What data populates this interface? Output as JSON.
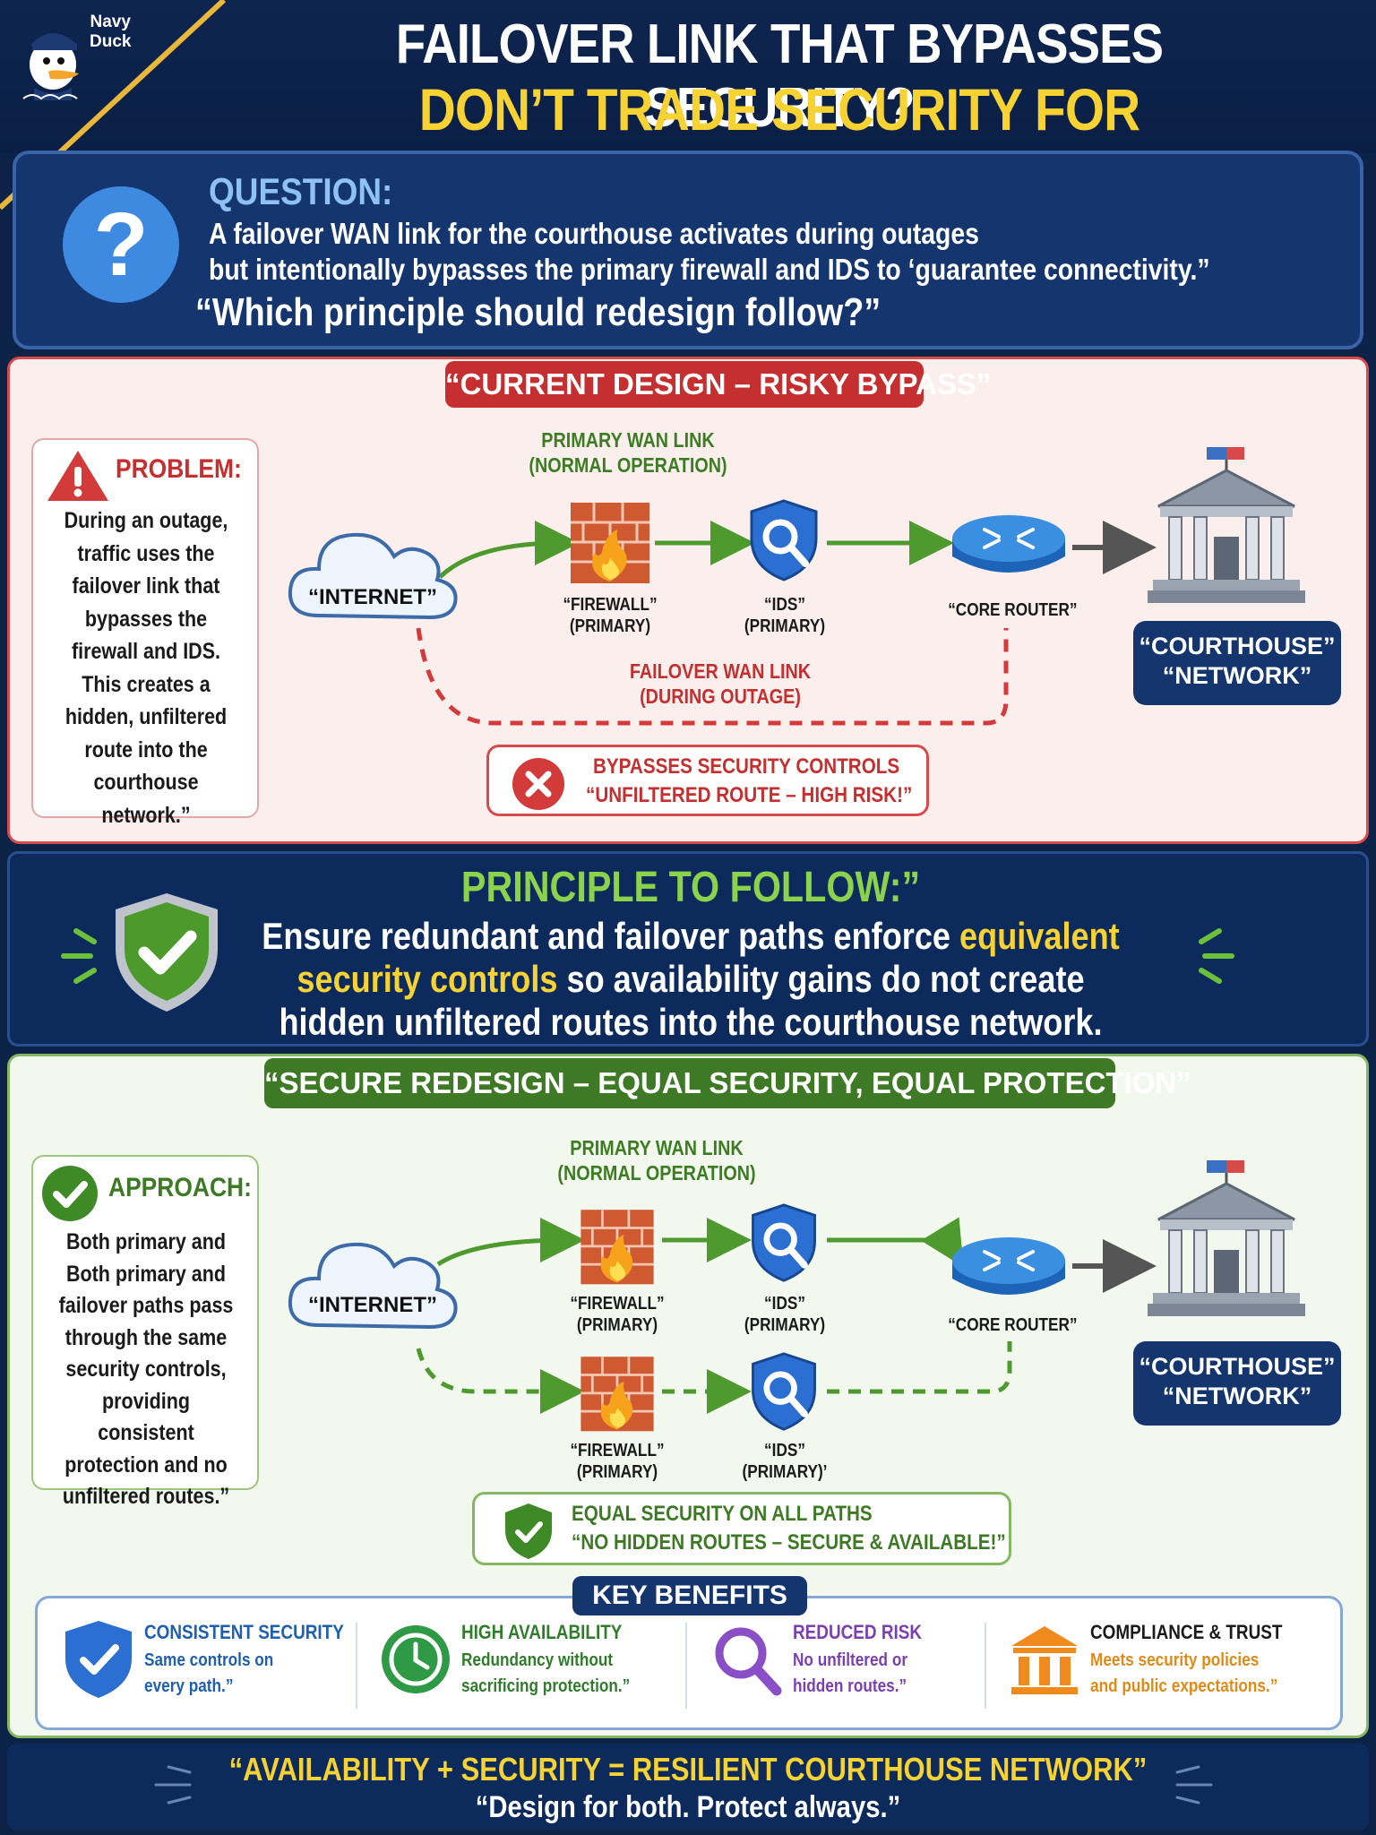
{
  "brand": {
    "name_line1": "Navy",
    "name_line2": "Duck"
  },
  "header": {
    "title_line1": "FAILOVER LINK THAT BYPASSES SECURITY?",
    "title_line2": "DON’T TRADE SECURITY FOR CONNECTIVITY!"
  },
  "question": {
    "label": "QUESTION:",
    "line1": "A failover WAN link for the courthouse activates during outages",
    "line2": "but intentionally bypasses the primary firewall and IDS to ‘guarantee connectivity.”",
    "line3": "“Which principle should redesign follow?”"
  },
  "current": {
    "banner": "“CURRENT DESIGN – RISKY BYPASS”",
    "problem_label": "PROBLEM:",
    "problem_lines": [
      "During an outage,",
      "traffic uses the",
      "failover link that",
      "bypasses the",
      "firewall and IDS.",
      "This creates a",
      "hidden, unfiltered",
      "route into the",
      "courthouse network.”"
    ],
    "primary_link_line1": "PRIMARY WAN LINK",
    "primary_link_line2": "(NORMAL OPERATION)",
    "internet": "“INTERNET”",
    "firewall_line1": "“FIREWALL”",
    "firewall_line2": "(PRIMARY)",
    "ids_line1": "“IDS”",
    "ids_line2": "(PRIMARY)",
    "core_router": "“CORE ROUTER”",
    "courthouse_line1": "“COURTHOUSE”",
    "courthouse_line2": "“NETWORK”",
    "failover_line1": "FAILOVER WAN LINK",
    "failover_line2": "(DURING OUTAGE)",
    "bypass_line1": "BYPASSES SECURITY CONTROLS",
    "bypass_line2": "“UNFILTERED ROUTE – HIGH RISK!”"
  },
  "principle": {
    "label": "PRINCIPLE TO FOLLOW:”",
    "line1_a": "Ensure redundant and failover paths enforce ",
    "line1_hl": "equivalent",
    "line2_hl": "security controls",
    "line2_b": " so availability gains do not create",
    "line3": "hidden unfiltered routes into the courthouse network."
  },
  "secure": {
    "banner": "“SECURE REDESIGN – EQUAL SECURITY, EQUAL PROTECTION”",
    "approach_label": "APPROACH:",
    "approach_lines": [
      "Both primary and",
      "Both primary and",
      "failover paths pass",
      "through the same",
      "security controls,",
      "providing consistent",
      "protection and no",
      "unfiltered routes.”"
    ],
    "primary_link_line1": "PRIMARY WAN LINK",
    "primary_link_line2": "(NORMAL OPERATION)",
    "internet": "“INTERNET”",
    "firewall_line1": "“FIREWALL”",
    "firewall_line2": "(PRIMARY)",
    "ids_line1": "“IDS”",
    "ids_line2": "(PRIMARY)",
    "firewall2_line1": "“FIREWALL”",
    "firewall2_line2": "(PRIMARY)",
    "ids2_line1": "“IDS”",
    "ids2_line2": "(PRIMARY)’",
    "core_router": "“CORE ROUTER”",
    "courthouse_line1": "“COURTHOUSE”",
    "courthouse_line2": "“NETWORK”",
    "equal_line1": "EQUAL SECURITY ON ALL PATHS",
    "equal_line2": "“NO HIDDEN ROUTES – SECURE & AVAILABLE!”"
  },
  "benefits": {
    "banner": "KEY BENEFITS",
    "items": [
      {
        "title": "CONSISTENT SECURITY",
        "desc1": "Same controls on",
        "desc2": "every path.”",
        "color": "#1f5fae"
      },
      {
        "title": "HIGH AVAILABILITY",
        "desc1": "Redundancy without",
        "desc2": "sacrificing protection.”",
        "color": "#2f7d2a"
      },
      {
        "title": "REDUCED RISK",
        "desc1": "No unfiltered or",
        "desc2": "hidden routes.”",
        "color": "#7b3fb1"
      },
      {
        "title": "COMPLIANCE & TRUST",
        "desc1": "Meets security policies",
        "desc2": "and public expectations.”",
        "color": "#e08a1a"
      }
    ]
  },
  "footer": {
    "line1": "“AVAILABILITY + SECURITY = RESILIENT COURTHOUSE NETWORK”",
    "line2": "“Design for both. Protect always.”"
  },
  "colors": {
    "navy": "#0d2247",
    "danger": "#c62f2f",
    "success": "#3e7a25",
    "highlight": "#f6d332"
  }
}
